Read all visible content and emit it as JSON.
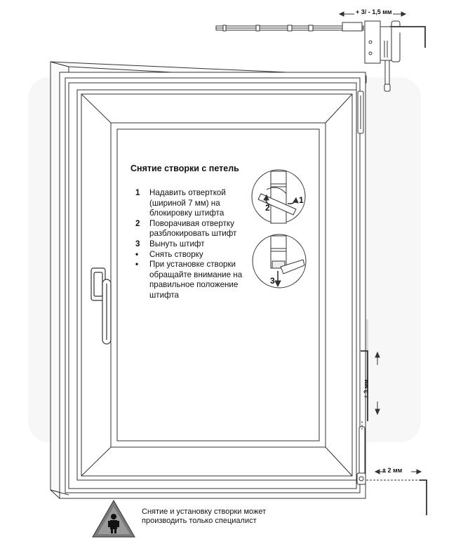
{
  "instructions": {
    "title": "Снятие створки с петель",
    "steps": [
      {
        "marker": "1",
        "text": "Надавить отверткой (шириной 7 мм) на блокировку штифта"
      },
      {
        "marker": "2",
        "text": "Поворачивая отвертку разблокировать штифт"
      },
      {
        "marker": "3",
        "text": "Вынуть штифт"
      },
      {
        "marker": "•",
        "text": "Снять створку"
      },
      {
        "marker": "•",
        "text": "При установке створки обращайте внимание на правильное положение штифта"
      }
    ]
  },
  "detail_callouts": {
    "upper": [
      "1",
      "2"
    ],
    "lower": [
      "3"
    ]
  },
  "dimensions": {
    "top": "+ 3/ - 1,5 мм",
    "vertical": "± 3 мм",
    "bottom": "± 2 мм"
  },
  "warning": {
    "icon": "warning-triangle-person-icon",
    "text": "Снятие и установку створки может производить только специалист"
  }
}
